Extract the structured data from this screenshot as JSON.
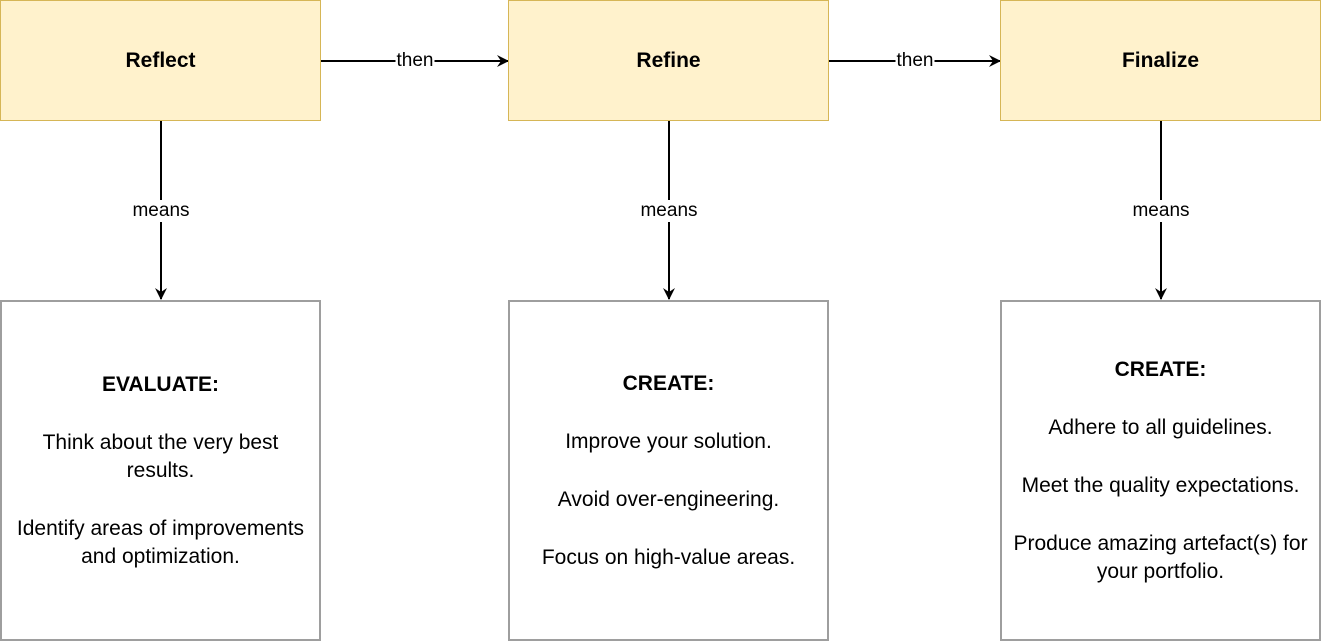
{
  "diagram": {
    "phases": [
      {
        "id": "reflect",
        "title": "Reflect",
        "detail": {
          "heading": "EVALUATE:",
          "lines": [
            "Think about the very best results.",
            "Identify areas of improvements and optimization."
          ]
        }
      },
      {
        "id": "refine",
        "title": "Refine",
        "detail": {
          "heading": "CREATE:",
          "lines": [
            "Improve your solution.",
            "Avoid over-engineering.",
            "Focus on high-value areas."
          ]
        }
      },
      {
        "id": "finalize",
        "title": "Finalize",
        "detail": {
          "heading": "CREATE:",
          "lines": [
            "Adhere to all guidelines.",
            "Meet the quality expectations.",
            "Produce amazing artefact(s) for your portfolio."
          ]
        }
      }
    ],
    "edges": [
      {
        "from": "reflect",
        "to": "refine",
        "label": "then"
      },
      {
        "from": "refine",
        "to": "finalize",
        "label": "then"
      },
      {
        "from": "reflect",
        "to": "reflect-detail",
        "label": "means"
      },
      {
        "from": "refine",
        "to": "refine-detail",
        "label": "means"
      },
      {
        "from": "finalize",
        "to": "finalize-detail",
        "label": "means"
      }
    ],
    "colors": {
      "phase_fill": "#fff2cc",
      "phase_stroke": "#d6b656",
      "detail_stroke": "#9e9e9e",
      "arrow": "#000000"
    }
  }
}
